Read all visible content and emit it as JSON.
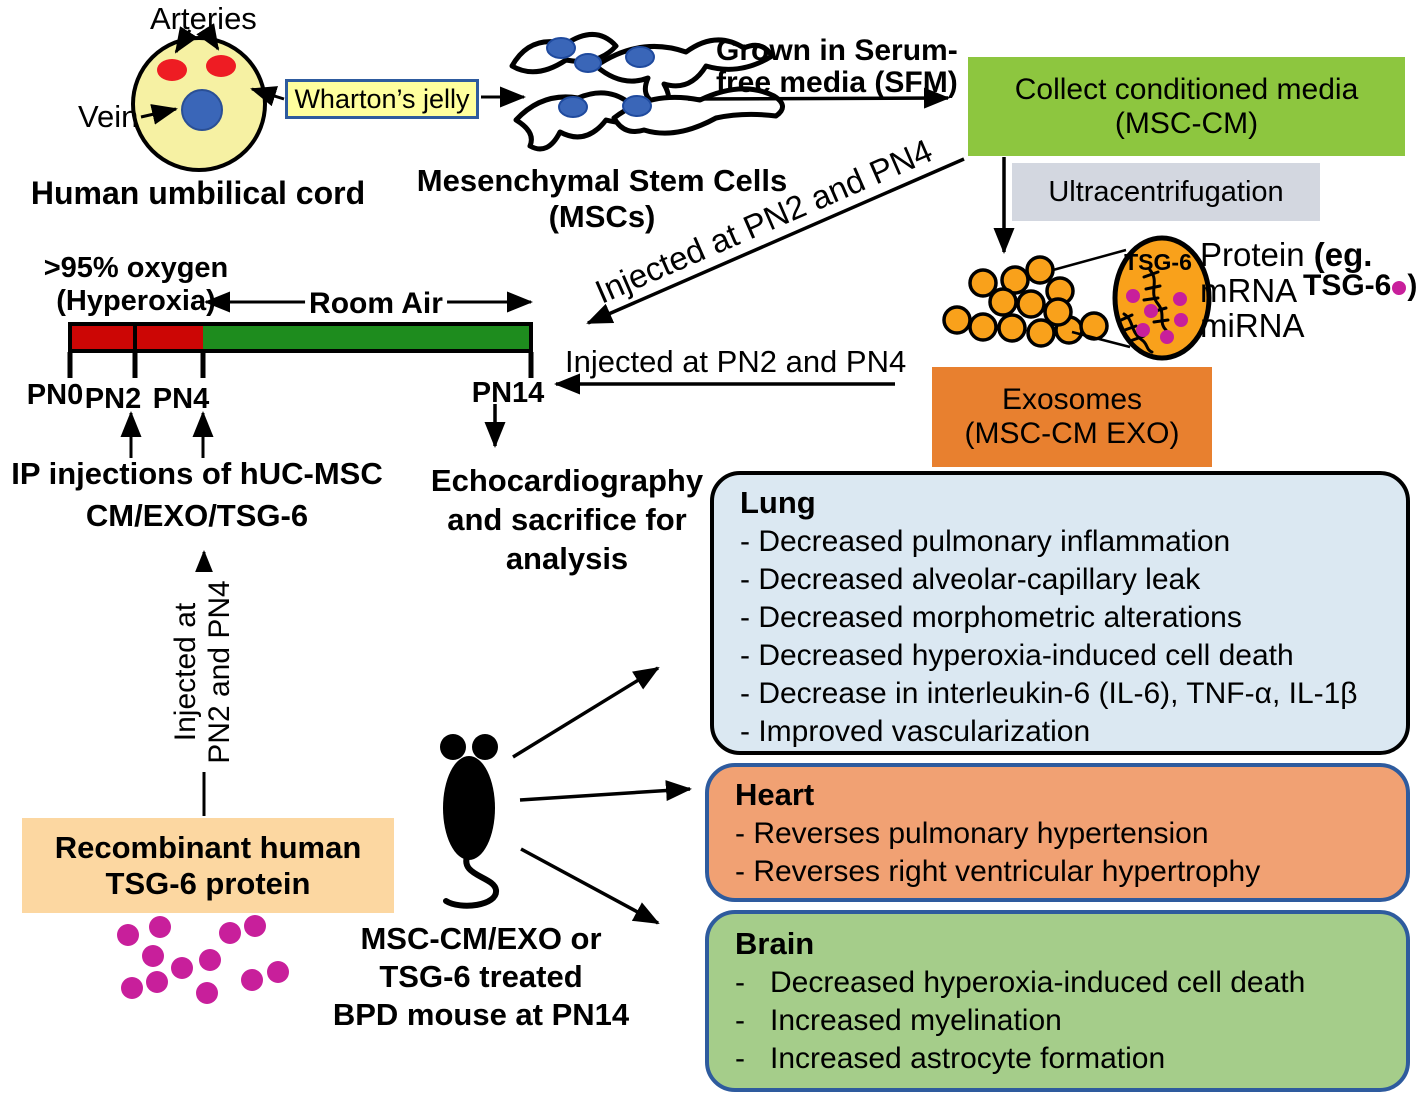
{
  "umbilical": {
    "arteries": "Arteries",
    "vein": "Vein",
    "whartons_jelly": "Wharton’s jelly",
    "caption": "Human umbilical cord"
  },
  "msc": {
    "caption_line1": "Mesenchymal Stem Cells",
    "caption_line2": "(MSCs)",
    "grown_line1": "Grown in Serum-",
    "grown_line2": "free media (SFM)"
  },
  "collect_box": {
    "line1": "Collect conditioned media",
    "line2": "(MSC-CM)"
  },
  "ultracentrifugation_label": "Ultracentrifugation",
  "exosome": {
    "vesicle_label": "TSG-6",
    "protein": "Protein ",
    "protein_eg": "(eg.",
    "tsg6": "TSG-6",
    "tsg6_close": ")",
    "mrna": "mRNA",
    "mirna": "miRNA"
  },
  "exosomes_box": {
    "line1": "Exosomes",
    "line2": "(MSC-CM EXO)"
  },
  "injections": {
    "diagonal": "Injected at PN2 and PN4",
    "horizontal": "Injected at PN2 and PN4",
    "vertical_line1": "Injected at",
    "vertical_line2": "PN2 and PN4"
  },
  "timeline": {
    "oxygen_line1": ">95% oxygen",
    "oxygen_line2": "(Hyperoxia)",
    "room_air": "Room Air",
    "pn0": "PN0",
    "pn2": "PN2",
    "pn4": "PN4",
    "pn14": "PN14"
  },
  "ip_injections": {
    "line1": "IP injections of hUC-MSC",
    "line2": "CM/EXO/TSG-6"
  },
  "echo": {
    "line1": "Echocardiography",
    "line2": "and sacrifice for",
    "line3": "analysis"
  },
  "recombinant_box": {
    "line1": "Recombinant human",
    "line2": "TSG-6 protein"
  },
  "mouse_caption": {
    "line1": "MSC-CM/EXO or",
    "line2": "TSG-6 treated",
    "line3": "BPD mouse at PN14"
  },
  "lung_box": {
    "title": "Lung",
    "items": [
      "- Decreased pulmonary inflammation",
      "- Decreased alveolar-capillary leak",
      "- Decreased morphometric alterations",
      "- Decreased hyperoxia-induced cell death",
      "- Decrease in interleukin-6 (IL-6), TNF-α, IL-1β",
      "- Improved vascularization"
    ]
  },
  "heart_box": {
    "title": "Heart",
    "items": [
      "- Reverses pulmonary hypertension",
      "- Reverses right ventricular hypertrophy"
    ]
  },
  "brain_box": {
    "title": "Brain",
    "items": [
      "-   Decreased hyperoxia-induced cell death",
      "-   Increased myelination",
      "-   Increased astrocyte formation"
    ]
  },
  "colors": {
    "collect_box_bg": "#8dc63f",
    "ultracentrifugation_bg": "#d3d7e0",
    "exosomes_box_bg": "#e8802f",
    "exosome_orange": "#f9a11b",
    "lung_box_bg": "#dbe8f2",
    "heart_box_bg": "#f1a173",
    "brain_box_bg": "#a5cd8a",
    "recombinant_box_bg": "#fcd7a1",
    "whartons_bg": "#ffff9e",
    "cord_bg": "#f6f1a3",
    "artery_red": "#ee1c23",
    "vein_blue": "#3a66b8",
    "hyperoxia_red": "#cc0605",
    "room_air_green": "#1e8c1e",
    "tsg6_magenta": "#c81f9b",
    "box_border_blue": "#2e5b9e"
  }
}
